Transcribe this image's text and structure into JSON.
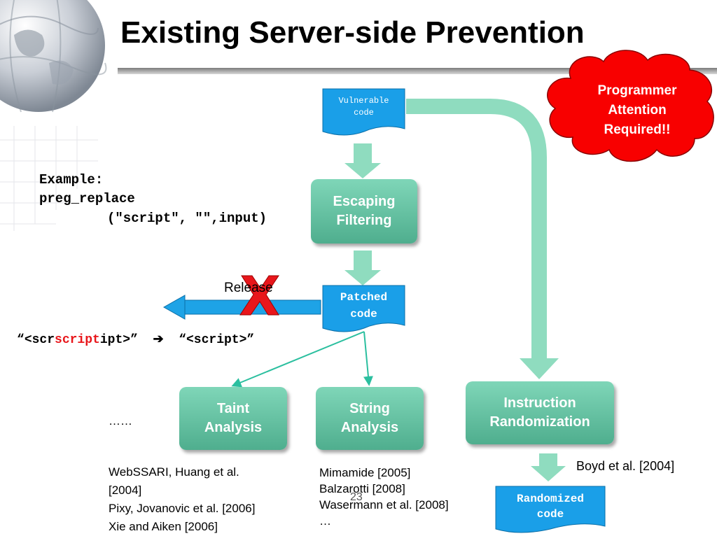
{
  "slide": {
    "title": "Existing Server-side Prevention",
    "page_number": "23"
  },
  "cloud": {
    "line1": "Programmer",
    "line2": "Attention",
    "line3": "Required!!"
  },
  "docs": {
    "vulnerable": {
      "line1": "Vulnerable",
      "line2": "code"
    },
    "patched": {
      "line1": "Patched",
      "line2": "code"
    },
    "randomized": {
      "line1": "Randomized",
      "line2": "code"
    }
  },
  "boxes": {
    "escaping": {
      "line1": "Escaping",
      "line2": "Filtering"
    },
    "taint": {
      "line1": "Taint",
      "line2": "Analysis"
    },
    "string": {
      "line1": "String",
      "line2": "Analysis"
    },
    "instruction": {
      "line1": "Instruction",
      "line2": "Randomization"
    }
  },
  "example": {
    "label": "Example:",
    "line2": "preg_replace",
    "line3": "(\"script\", \"\",input)"
  },
  "release_label": "Release",
  "bypass": {
    "open_quote": "“",
    "part1": "<scr",
    "part_red": "script",
    "part2": "ipt>",
    "close_quote": "”",
    "arrow": "➔",
    "result": "“<script>”"
  },
  "ellipsis": "……",
  "refs": {
    "taint": [
      "WebSSARI, Huang et al.",
      "[2004]",
      "Pixy, Jovanovic et al. [2006]",
      "Xie and Aiken [2006]"
    ],
    "string": [
      "Mimamide [2005]",
      "Balzarotti [2008]",
      "Wasermann et al. [2008]",
      "…"
    ],
    "instruction": "Boyd et al. [2004]"
  },
  "colors": {
    "doc_fill": "#1a9fe8",
    "box_fill": "#5fbf9f",
    "arrow_fill": "#8fdcbf",
    "cloud_fill": "#f80000",
    "accent_red": "#e8161b",
    "release_arrow": "#1ea3e6"
  }
}
